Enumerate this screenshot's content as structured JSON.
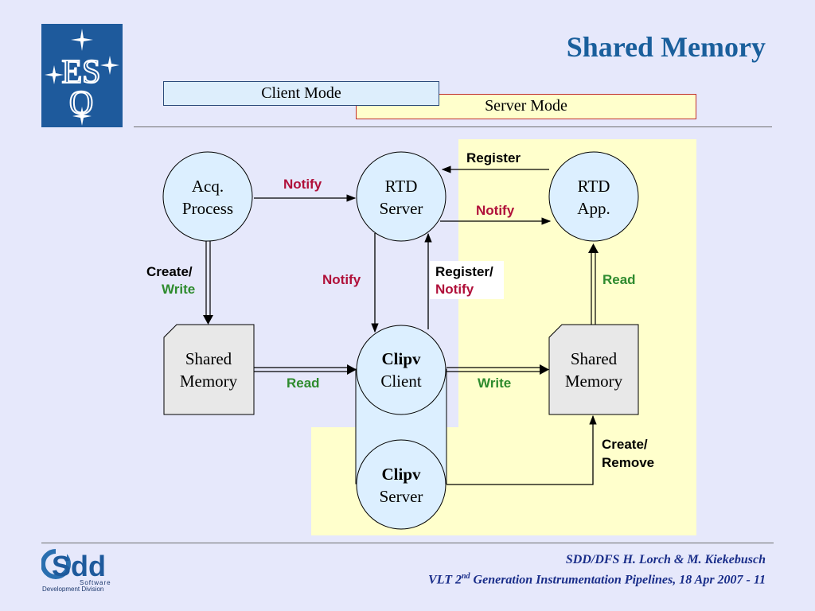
{
  "title": "Shared Memory",
  "modes": {
    "client": "Client Mode",
    "server": "Server Mode"
  },
  "logo_text": "ESO",
  "sdd_logo": {
    "letters": "Sdd",
    "line1": "Software",
    "line2": "Development Division"
  },
  "nodes": {
    "acq_process": [
      "Acq.",
      "Process"
    ],
    "rtd_server": [
      "RTD",
      "Server"
    ],
    "rtd_app": [
      "RTD",
      "App."
    ],
    "shm_left": [
      "Shared",
      "Memory"
    ],
    "clipv_client": [
      "Clipv",
      "Client"
    ],
    "shm_right": [
      "Shared",
      "Memory"
    ],
    "clipv_server": [
      "Clipv",
      "Server"
    ]
  },
  "labels": {
    "notify_top": "Notify",
    "register_top": "Register",
    "notify_rtd_app": "Notify",
    "create_part": "Create",
    "write_part": "Write",
    "notify_mid": "Notify",
    "register_part": "Register",
    "notify_part": "Notify",
    "read_right": "Read",
    "read_left": "Read",
    "write_mid": "Write",
    "create_part2": "Create",
    "remove_part": "Remove"
  },
  "colors": {
    "notify": "#b0103a",
    "rw": "#2e8b2e",
    "black": "#000000"
  },
  "footer": {
    "line1": "SDD/DFS H. Lorch & M. Kiekebusch",
    "line2_pre": "VLT 2",
    "line2_sup": "nd",
    "line2_post": " Generation Instrumentation Pipelines, 18 Apr 2007 - 11"
  }
}
